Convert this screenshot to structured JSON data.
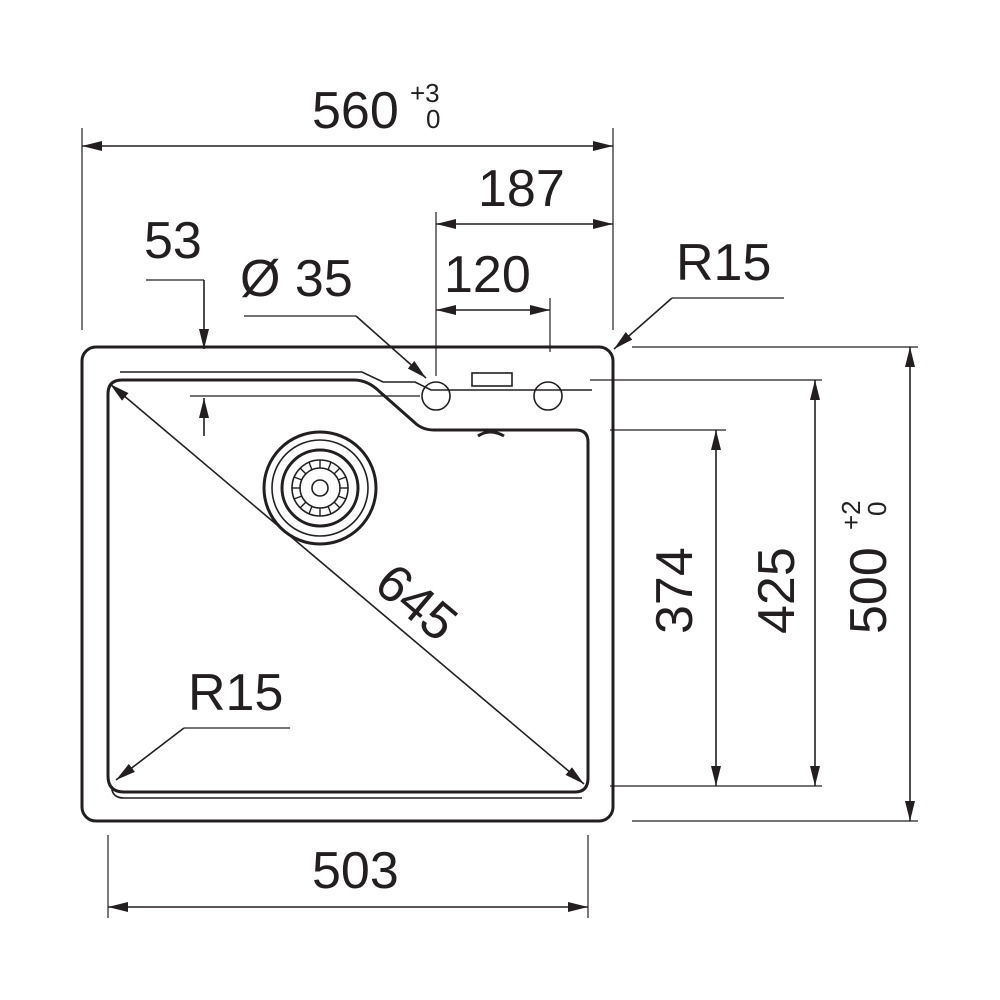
{
  "dimensions": {
    "overall_width": {
      "value": "560",
      "tol_upper": "+3",
      "tol_lower": "0"
    },
    "faucet_offset": "187",
    "hole_spacing": "120",
    "hole_diameter": "Ø 35",
    "top_margin": "53",
    "corner_radius_outer": "R15",
    "corner_radius_inner": "R15",
    "diagonal": "645",
    "bowl_width": "503",
    "bowl_depth": "374",
    "inner_depth": "425",
    "overall_depth": {
      "value": "500",
      "tol_upper": "+2",
      "tol_lower": "0"
    }
  },
  "colors": {
    "ink": "#231f20",
    "background": "#ffffff"
  }
}
